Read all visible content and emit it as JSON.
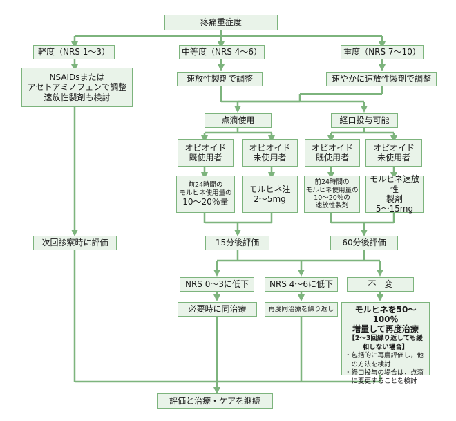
{
  "colors": {
    "box_fill": "#e9f3e9",
    "box_border": "#7db47d",
    "line": "#7db47d",
    "text": "#1a1a1a"
  },
  "title": "疼痛重症度",
  "severity": {
    "mild": "軽度（NRS 1〜3）",
    "moderate": "中等度（NRS 4〜6）",
    "severe": "重度（NRS 7〜10）"
  },
  "mild_action": [
    "NSAIDsまたは",
    "アセトアミノフェンで調整",
    "速放性製剤も検討"
  ],
  "moderate_action": "速放性製剤で調整",
  "severe_action": "速やかに速放性製剤で調整",
  "route": {
    "iv": "点滴使用",
    "oral": "経口投与可能"
  },
  "opioid": {
    "iv_used": [
      "オピオイド",
      "既使用者"
    ],
    "iv_naive": [
      "オピオイド",
      "未使用者"
    ],
    "oral_used": [
      "オピオイド",
      "既使用者"
    ],
    "oral_naive": [
      "オピオイド",
      "未使用者"
    ]
  },
  "dose": {
    "iv_used": [
      "前24時間の",
      "モルヒネ使用量の",
      "10〜20％量"
    ],
    "iv_naive": [
      "モルヒネ注",
      "2〜5mg"
    ],
    "oral_used": [
      "前24時間の",
      "モルヒネ使用量の",
      "10〜20％の",
      "速放性製剤"
    ],
    "oral_naive": [
      "モルヒネ速放性",
      "製剤",
      "5〜15mg"
    ]
  },
  "evaluate": {
    "mild": "次回診察時に評価",
    "iv": "15分後評価",
    "oral": "60分後評価"
  },
  "result": {
    "low": "NRS 0〜3に低下",
    "mid": "NRS 4〜6に低下",
    "none": "不　変"
  },
  "outcome": {
    "low": "必要時に同治療",
    "mid": "再度同治療を繰り返し",
    "none": {
      "head": [
        "モルヒネを50〜100％",
        "増量して再度治療"
      ],
      "sub": [
        "【2〜3回繰り返しても緩",
        "和しない場合】"
      ],
      "items": [
        "・包括的に再度評価し，他",
        "　の方法を検討",
        "・経口投与の場合は，点滴",
        "　に変更することを検討"
      ]
    }
  },
  "final": "評価と治療・ケアを継続"
}
